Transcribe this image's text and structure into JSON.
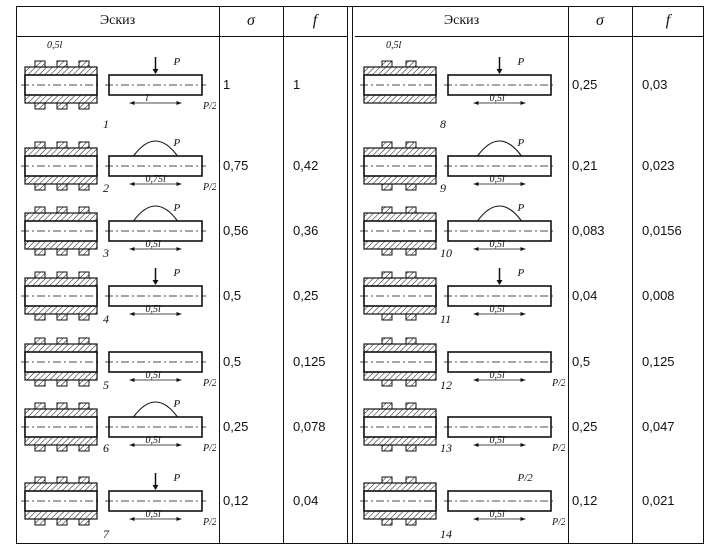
{
  "left_table": {
    "headers": {
      "sketch": "Эскиз",
      "sigma": "σ",
      "f": "f"
    },
    "rows": [
      {
        "num": "1",
        "sigma": "1",
        "f": "1",
        "dim": "0,5l",
        "len": "l",
        "load": "P",
        "half": "P/2"
      },
      {
        "num": "2",
        "sigma": "0,75",
        "f": "0,42",
        "dim": "",
        "len": "0,75l",
        "load": "P",
        "half": "P/2"
      },
      {
        "num": "3",
        "sigma": "0,56",
        "f": "0,36",
        "dim": "",
        "len": "0,5l",
        "load": "P",
        "half": ""
      },
      {
        "num": "4",
        "sigma": "0,5",
        "f": "0,25",
        "dim": "",
        "len": "0,5l",
        "load": "P",
        "half": ""
      },
      {
        "num": "5",
        "sigma": "0,5",
        "f": "0,125",
        "dim": "",
        "len": "0,5l",
        "load": "",
        "half": "P/2"
      },
      {
        "num": "6",
        "sigma": "0,25",
        "f": "0,078",
        "dim": "",
        "len": "0,5l",
        "load": "P",
        "half": "P/2"
      },
      {
        "num": "7",
        "sigma": "0,12",
        "f": "0,04",
        "dim": "",
        "len": "0,5l",
        "load": "P",
        "half": "P/2"
      }
    ]
  },
  "right_table": {
    "headers": {
      "sketch": "Эскиз",
      "sigma": "σ",
      "f": "f"
    },
    "rows": [
      {
        "num": "8",
        "sigma": "0,25",
        "f": "0,03",
        "dim": "0,5l",
        "len": "0,5l",
        "load": "P",
        "half": ""
      },
      {
        "num": "9",
        "sigma": "0,21",
        "f": "0,023",
        "dim": "",
        "len": "0,5l",
        "load": "P",
        "half": ""
      },
      {
        "num": "10",
        "sigma": "0,083",
        "f": "0,0156",
        "dim": "",
        "len": "0,5l",
        "load": "P",
        "half": ""
      },
      {
        "num": "11",
        "sigma": "0,04",
        "f": "0,008",
        "dim": "",
        "len": "0,5l",
        "load": "P",
        "half": ""
      },
      {
        "num": "12",
        "sigma": "0,5",
        "f": "0,125",
        "dim": "",
        "len": "0,5l",
        "load": "",
        "half": "P/2"
      },
      {
        "num": "13",
        "sigma": "0,25",
        "f": "0,047",
        "dim": "",
        "len": "0,5l",
        "load": "",
        "half": "P/2"
      },
      {
        "num": "14",
        "sigma": "0,12",
        "f": "0,021",
        "dim": "",
        "len": "0,5l",
        "load": "P/2",
        "half": "P/2"
      }
    ]
  }
}
